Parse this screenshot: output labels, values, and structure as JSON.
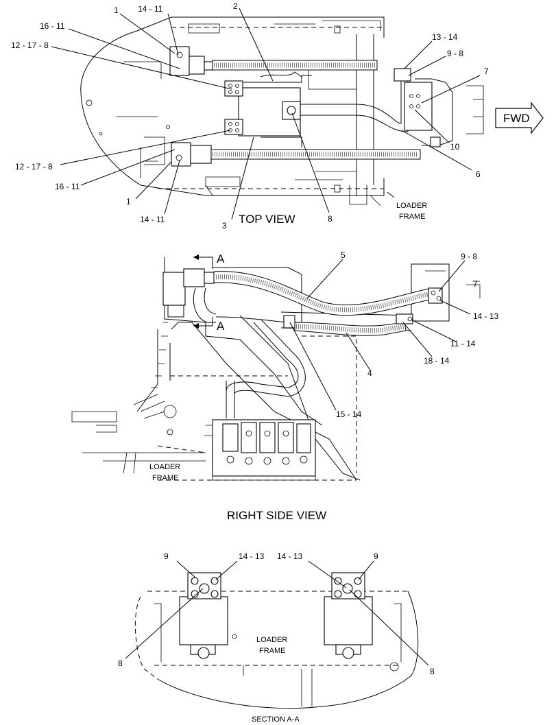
{
  "fwd_label": "FWD",
  "top_view": {
    "title": "TOP VIEW",
    "frame_label_line1": "LOADER",
    "frame_label_line2": "FRAME",
    "callouts": {
      "c1_top": "1",
      "c14_11_top": "14 - 11",
      "c16_11_top": "16 - 11",
      "c12_17_8_top": "12 - 17 - 8",
      "c2": "2",
      "c13_14": "13 - 14",
      "c9_8": "9 - 8",
      "c7": "7",
      "c10": "10",
      "c6": "6",
      "c12_17_8_bot": "12 - 17 - 8",
      "c16_11_bot": "16 - 11",
      "c1_bot": "1",
      "c14_11_bot": "14 - 11",
      "c3": "3",
      "c8": "8"
    }
  },
  "right_side_view": {
    "title": "RIGHT SIDE VIEW",
    "section_mark": "A",
    "frame_label_line1": "LOADER",
    "frame_label_line2": "FRAME",
    "callouts": {
      "c5": "5",
      "c9_8": "9 - 8",
      "c7": "7",
      "c14_13": "14 - 13",
      "c11_14": "11 - 14",
      "c18_14": "18 - 14",
      "c4": "4",
      "c15_14": "15 - 14"
    }
  },
  "section_aa": {
    "title": "SECTION A-A",
    "frame_label_line1": "LOADER",
    "frame_label_line2": "FRAME",
    "callouts": {
      "l9": "9",
      "l14_13": "14 - 13",
      "l8": "8",
      "r14_13": "14 - 13",
      "r9": "9",
      "r8": "8"
    }
  }
}
